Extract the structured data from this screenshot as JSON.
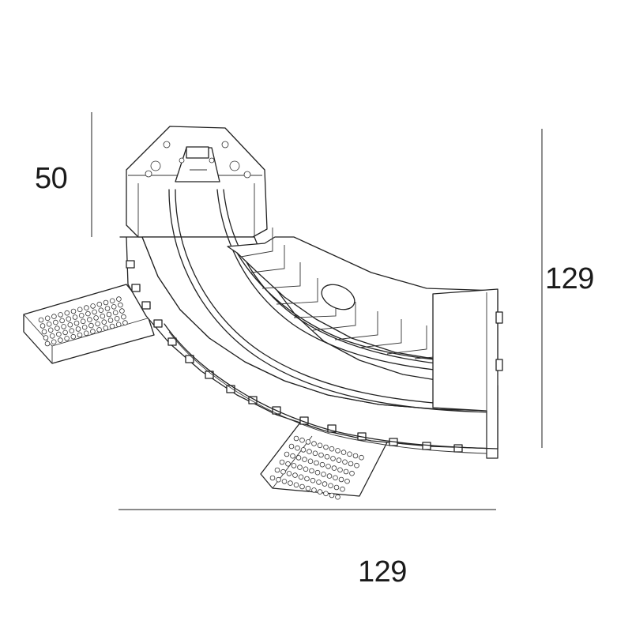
{
  "dimensions": {
    "height": "50",
    "depth": "129",
    "width": "129"
  },
  "colors": {
    "line": "#222222",
    "background": "#ffffff"
  }
}
